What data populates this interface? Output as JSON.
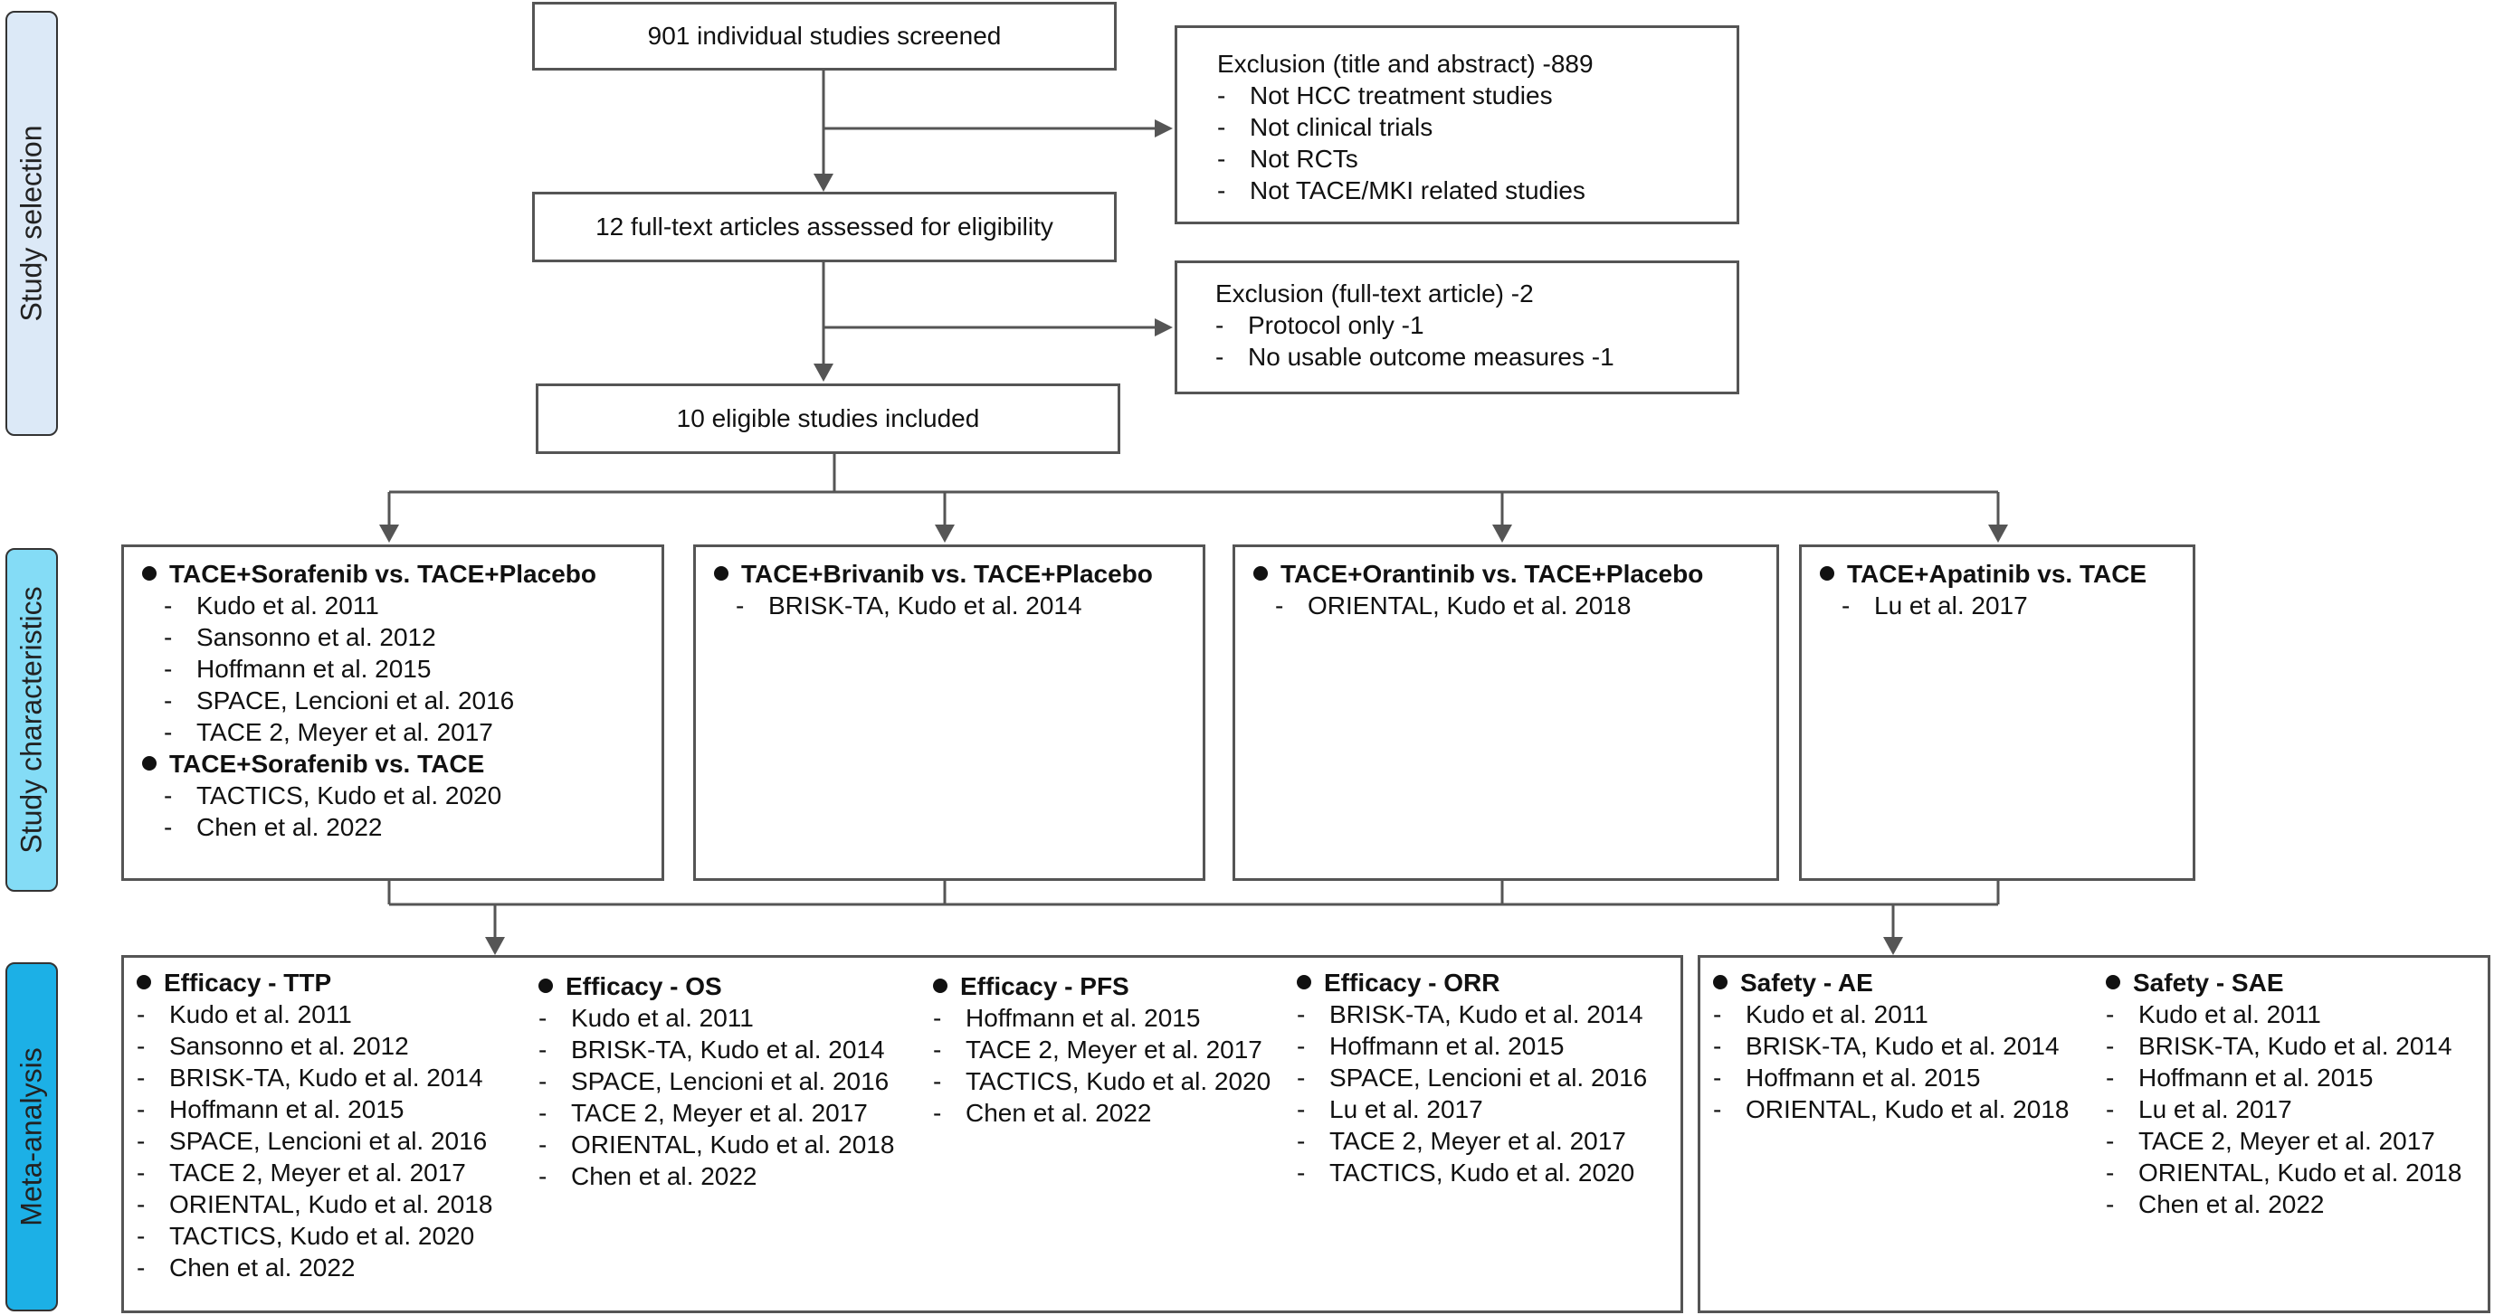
{
  "sections": {
    "selection": "Study selection",
    "characteristics": "Study characteristics",
    "meta": "Meta-analysis"
  },
  "section_colors": {
    "selection": "#dce9f7",
    "characteristics": "#84dcf6",
    "meta": "#1cb0e6"
  },
  "screened": "901 individual studies screened",
  "exclusion1": {
    "title": "Exclusion (title and abstract) -889",
    "items": [
      "Not HCC treatment studies",
      "Not clinical trials",
      "Not RCTs",
      "Not TACE/MKI related studies"
    ]
  },
  "fulltext": "12 full-text articles assessed for eligibility",
  "exclusion2": {
    "title": "Exclusion (full-text article) -2",
    "items": [
      "Protocol only -1",
      "No usable outcome measures -1"
    ]
  },
  "included": "10 eligible studies included",
  "characteristics": {
    "sorafenib_placebo": {
      "heading": "TACE+Sorafenib vs. TACE+Placebo",
      "items": [
        "Kudo et al. 2011",
        "Sansonno et al. 2012",
        "Hoffmann et al. 2015",
        "SPACE, Lencioni et al. 2016",
        "TACE 2, Meyer et al. 2017"
      ]
    },
    "sorafenib_tace": {
      "heading": "TACE+Sorafenib vs. TACE",
      "items": [
        "TACTICS, Kudo et al. 2020",
        "Chen et al. 2022"
      ]
    },
    "brivanib": {
      "heading": "TACE+Brivanib vs. TACE+Placebo",
      "items": [
        "BRISK-TA, Kudo et al. 2014"
      ]
    },
    "orantinib": {
      "heading": "TACE+Orantinib vs. TACE+Placebo",
      "items": [
        "ORIENTAL, Kudo et al. 2018"
      ]
    },
    "apatinib": {
      "heading": "TACE+Apatinib vs. TACE",
      "items": [
        "Lu et al. 2017"
      ]
    }
  },
  "meta": {
    "ttp": {
      "heading": "Efficacy - TTP",
      "items": [
        "Kudo et al. 2011",
        "Sansonno et al. 2012",
        "BRISK-TA, Kudo et al. 2014",
        "Hoffmann et al. 2015",
        "SPACE, Lencioni et al. 2016",
        "TACE 2, Meyer et al. 2017",
        "ORIENTAL, Kudo et al. 2018",
        "TACTICS, Kudo et al. 2020",
        "Chen et al. 2022"
      ]
    },
    "os": {
      "heading": "Efficacy - OS",
      "items": [
        "Kudo et al. 2011",
        "BRISK-TA, Kudo et al. 2014",
        "SPACE, Lencioni et al. 2016",
        "TACE 2, Meyer et al. 2017",
        "ORIENTAL, Kudo et al. 2018",
        "Chen et al. 2022"
      ]
    },
    "pfs": {
      "heading": "Efficacy - PFS",
      "items": [
        "Hoffmann et al. 2015",
        "TACE 2, Meyer et al. 2017",
        "TACTICS, Kudo et al. 2020",
        "Chen et al. 2022"
      ]
    },
    "orr": {
      "heading": "Efficacy - ORR",
      "items": [
        "BRISK-TA, Kudo et al. 2014",
        "Hoffmann et al. 2015",
        "SPACE, Lencioni et al. 2016",
        "Lu et al. 2017",
        "TACE 2, Meyer et al. 2017",
        "TACTICS, Kudo et al. 2020"
      ]
    },
    "ae": {
      "heading": "Safety - AE",
      "items": [
        "Kudo et al. 2011",
        "BRISK-TA, Kudo et al. 2014",
        "Hoffmann et al. 2015",
        "ORIENTAL, Kudo et al. 2018"
      ]
    },
    "sae": {
      "heading": "Safety - SAE",
      "items": [
        "Kudo et al. 2011",
        "BRISK-TA, Kudo et al. 2014",
        "Hoffmann et al. 2015",
        "Lu et al. 2017",
        "TACE 2, Meyer et al. 2017",
        "ORIENTAL, Kudo et al. 2018",
        "Chen et al. 2022"
      ]
    }
  }
}
